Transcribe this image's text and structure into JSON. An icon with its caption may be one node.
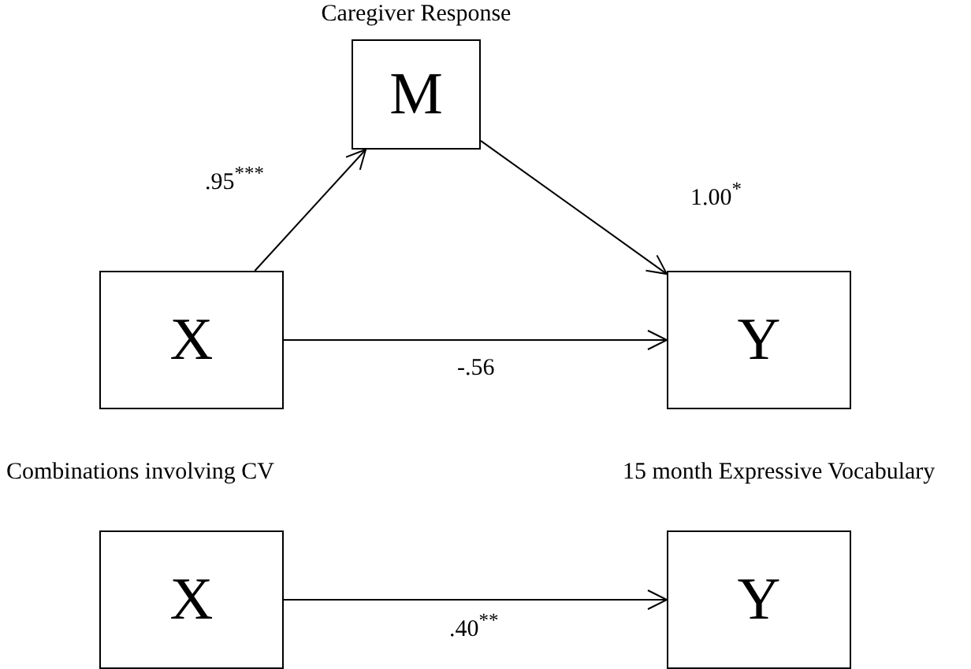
{
  "diagram": {
    "nodes": [
      {
        "text": [
          "Caregiver Response",
          "M"
        ]
      },
      {
        "text": [
          "X"
        ]
      },
      {
        "text": [
          "Y"
        ]
      },
      {
        "text": [
          "X"
        ]
      },
      {
        "text": [
          "Y"
        ]
      }
    ],
    "edges": [
      {
        "from": 1,
        "to": 0,
        "arrow": "to",
        "label": ".95$^{***}$"
      },
      {
        "from": 0,
        "to": 2,
        "arrow": "to",
        "label": "1.00$^{*}$"
      },
      {
        "from": 1,
        "to": 2,
        "arrow": "to",
        "label": "-.56"
      },
      {
        "from": 3,
        "to": 4,
        "arrow": "to",
        "label": ".40$^{**}$"
      }
    ],
    "labels": [
      "Combinations involving CV",
      "15 month Expressive Vocabulary"
    ]
  }
}
